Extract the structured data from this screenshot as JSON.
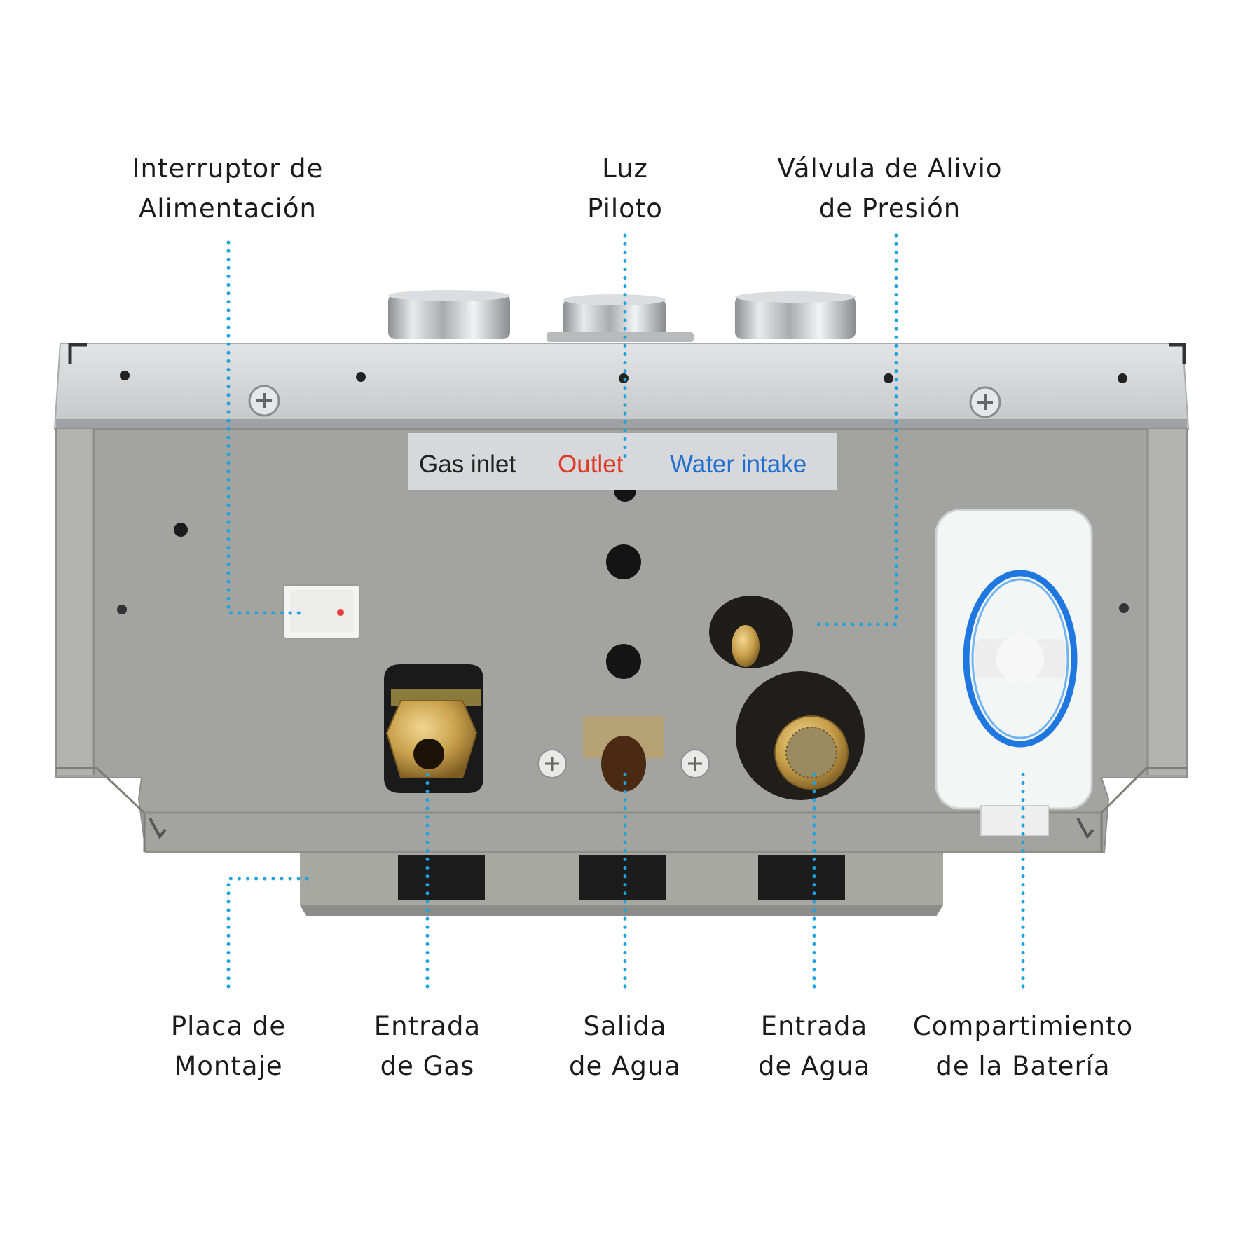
{
  "labels": {
    "power_switch": [
      "Interruptor de",
      "Alimentación"
    ],
    "pilot_light": [
      "Luz",
      "Piloto"
    ],
    "relief_valve": [
      "Válvula de Alivio",
      "de Presión"
    ],
    "mounting_plate": [
      "Placa de",
      "Montaje"
    ],
    "gas_inlet": [
      "Entrada",
      "de Gas"
    ],
    "water_outlet": [
      "Salida",
      "de Agua"
    ],
    "water_inlet": [
      "Entrada",
      "de Agua"
    ],
    "battery_compartment": [
      "Compartimiento",
      "de la Batería"
    ]
  },
  "sticker": {
    "gas": "Gas inlet",
    "outlet": "Outlet",
    "water": "Water intake"
  },
  "colors": {
    "leader_line": "#1ea3dd",
    "body": "#a3a49f",
    "top_panel": "#d2d4d5",
    "brass": "#c9a04c",
    "outlet_text": "#e03a26",
    "water_text": "#1f6fd0",
    "battery_ring": "#1f78e0"
  }
}
